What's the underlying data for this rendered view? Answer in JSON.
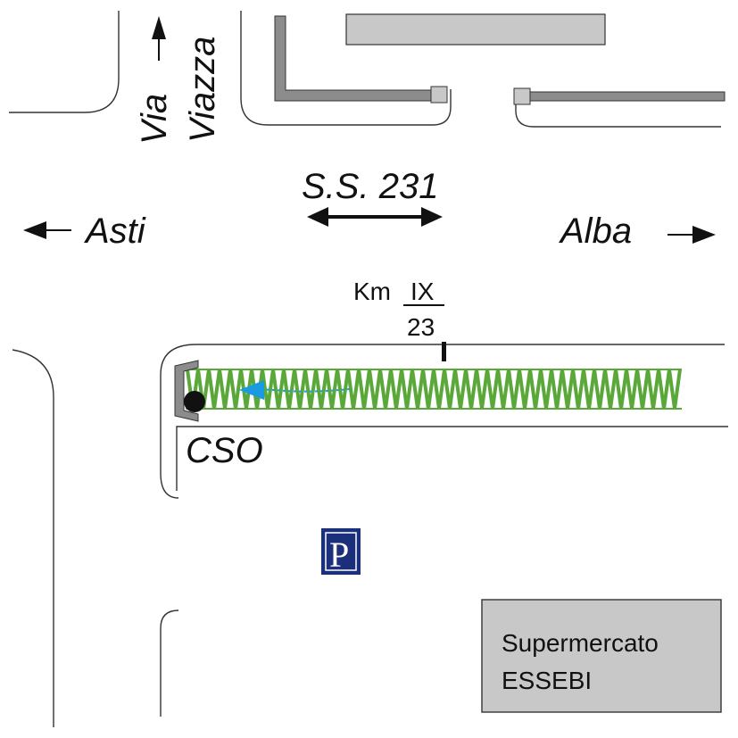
{
  "map": {
    "street_name_line1": "Via",
    "street_name_line2": "Viazza",
    "road_name": "S.S. 231",
    "direction_left": "Asti",
    "direction_right": "Alba",
    "km_label": "Km",
    "km_roman": "IX",
    "km_number": "23",
    "stop_label": "CSO",
    "parking_symbol": "P",
    "supermarket_line1": "Supermercato",
    "supermarket_line2": "ESSEBI",
    "icons": [
      "arrow-up-icon",
      "arrow-left-icon",
      "arrow-right-icon",
      "double-arrow-icon",
      "parking-icon",
      "stop-dot-icon"
    ],
    "colors": {
      "building": "#c8c8c8",
      "wall": "#8c8c8c",
      "hedge": "#5aa83a",
      "route_arrow": "#1a9ae0",
      "parking_bg": "#1c2f7a"
    }
  }
}
